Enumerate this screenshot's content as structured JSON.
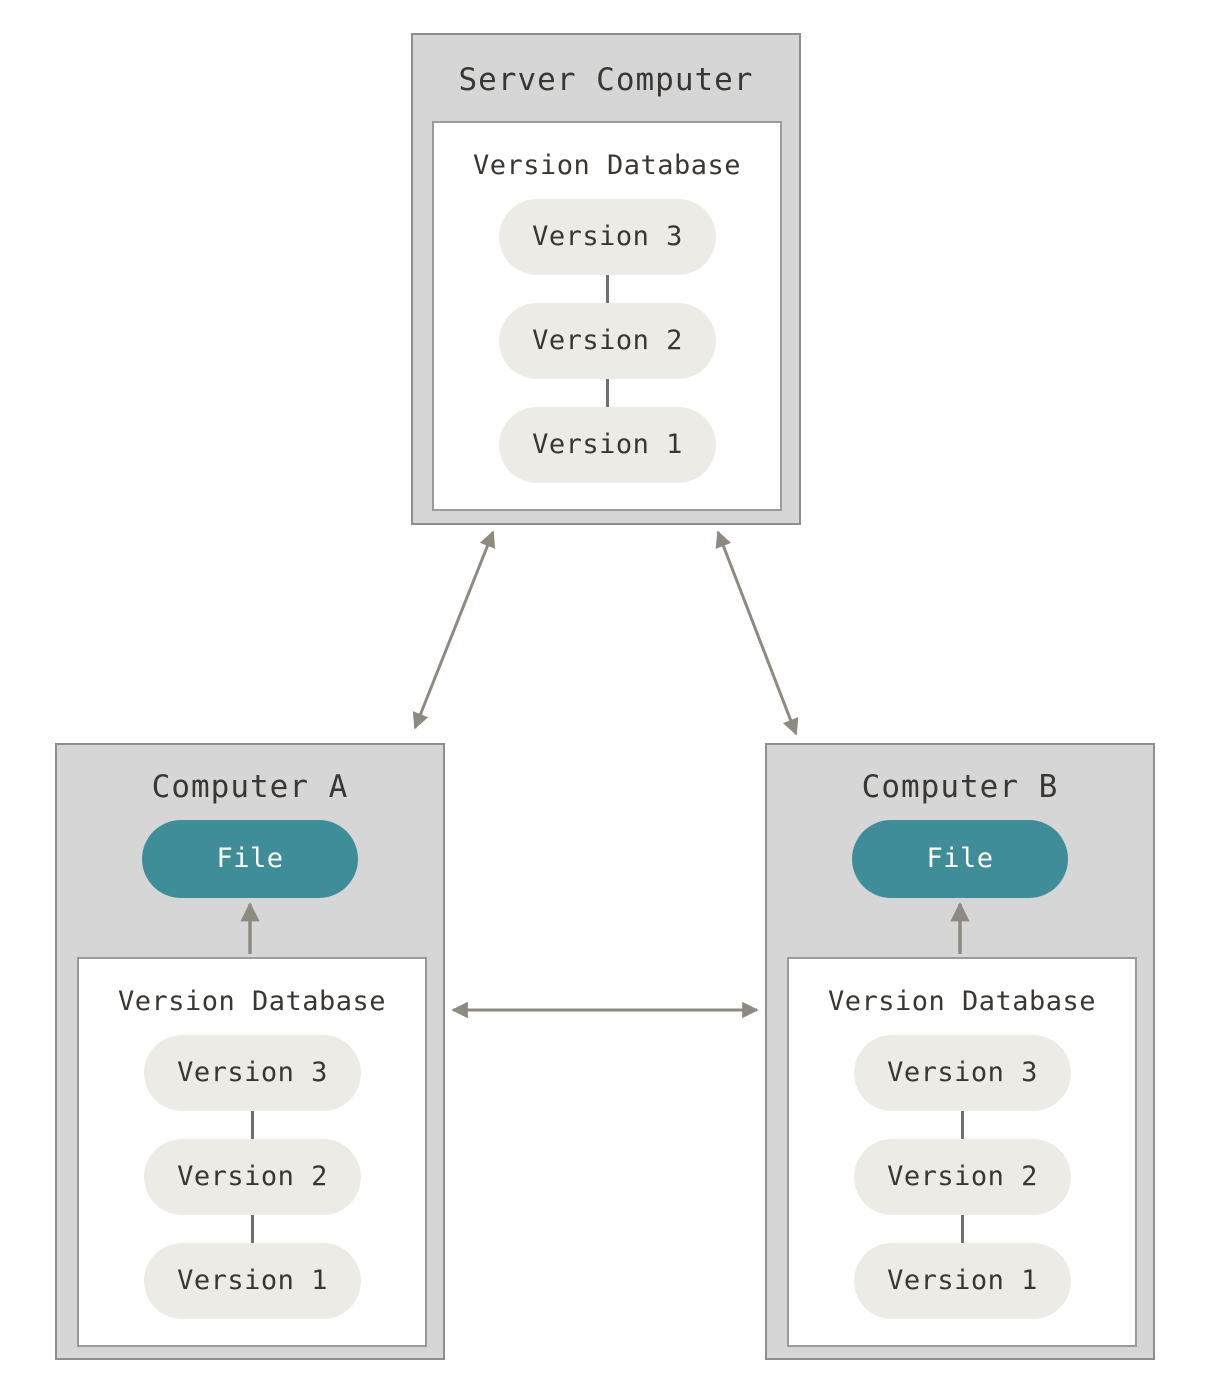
{
  "diagram": {
    "server": {
      "title": "Server Computer",
      "database": {
        "title": "Version Database",
        "versions": [
          "Version 3",
          "Version 2",
          "Version 1"
        ]
      }
    },
    "computer_a": {
      "title": "Computer A",
      "file_label": "File",
      "database": {
        "title": "Version Database",
        "versions": [
          "Version 3",
          "Version 2",
          "Version 1"
        ]
      }
    },
    "computer_b": {
      "title": "Computer B",
      "file_label": "File",
      "database": {
        "title": "Version Database",
        "versions": [
          "Version 3",
          "Version 2",
          "Version 1"
        ]
      }
    }
  },
  "colors": {
    "box_fill": "#d6d6d6",
    "box_border": "#8e8e8e",
    "inner_fill": "#ffffff",
    "inner_border": "#9a9a9a",
    "pill_fill": "#edebe6",
    "text": "#3a3732",
    "file_fill": "#3f8d99",
    "file_text": "#ffffff",
    "arrow": "#8f8a81",
    "connector": "#6f6f6f",
    "page_bg": "#ffffff"
  }
}
